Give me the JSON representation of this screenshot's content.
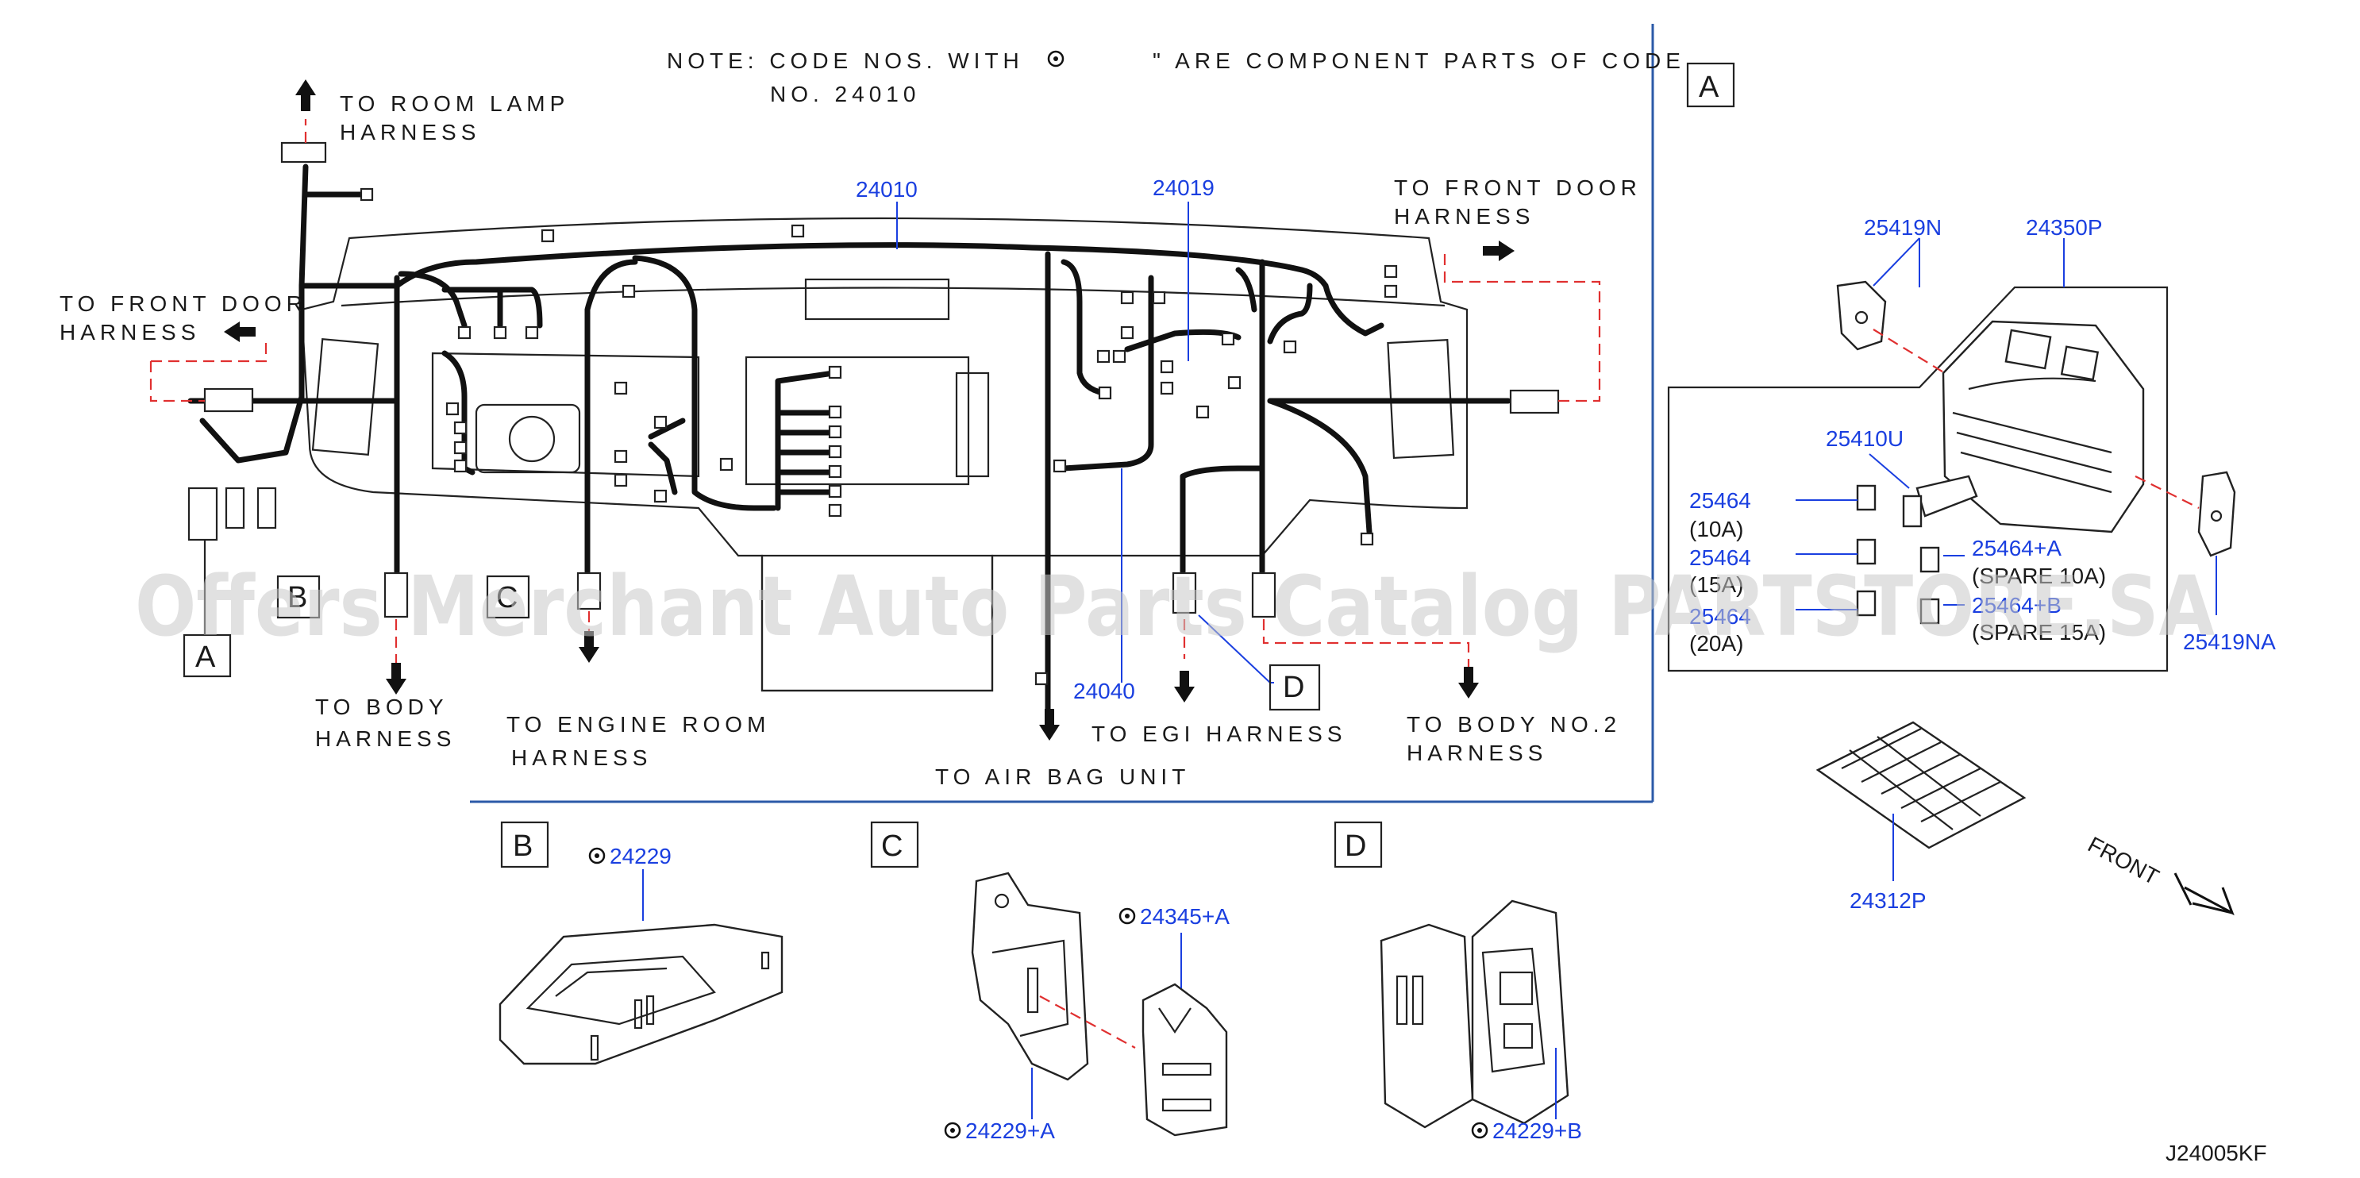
{
  "note": {
    "line1": "NOTE: CODE NOS. WITH",
    "line1b": "\" ARE COMPONENT PARTS OF CODE",
    "line2": "NO. 24010",
    "symbol_icon": "asterisk-flower-icon"
  },
  "labels": {
    "room_lamp_1": "TO ROOM LAMP",
    "room_lamp_2": "HARNESS",
    "front_door_left_1": "TO FRONT DOOR",
    "front_door_left_2": "HARNESS",
    "front_door_right_1": "TO FRONT DOOR",
    "front_door_right_2": "HARNESS",
    "body_1": "TO BODY",
    "body_2": "HARNESS",
    "engine_room_1": "TO ENGINE ROOM",
    "engine_room_2": "HARNESS",
    "air_bag": "TO AIR BAG UNIT",
    "egi": "TO EGI HARNESS",
    "body_no2_1": "TO BODY NO.2",
    "body_no2_2": "HARNESS",
    "front": "FRONT"
  },
  "part_numbers": {
    "p24010": "24010",
    "p24019": "24019",
    "p24040": "24040",
    "p25419N": "25419N",
    "p24350P": "24350P",
    "p25410U": "25410U",
    "p25464_10": "25464",
    "p25464_15": "25464",
    "p25464_20": "25464",
    "p25464A": "25464+A",
    "p25464B": "25464+B",
    "p25419NA": "25419NA",
    "p24312P": "24312P",
    "p24229": "24229",
    "p24345A": "24345+A",
    "p24229A": "24229+A",
    "p24229B": "24229+B"
  },
  "fuse_notes": {
    "a10": "(10A)",
    "a15": "(15A)",
    "a20": "(20A)",
    "spare10": "(SPARE 10A)",
    "spare15": "(SPARE 15A)"
  },
  "callouts": {
    "A": "A",
    "B": "B",
    "C": "C",
    "D": "D"
  },
  "diagram_code": "J24005KF",
  "watermark": "Offers Merchant Auto Parts Catalog PARTSTORE.SA",
  "colors": {
    "part_number": "#1a3fe0",
    "dashed_leader": "#e03030",
    "divider": "#2b5aa8"
  }
}
